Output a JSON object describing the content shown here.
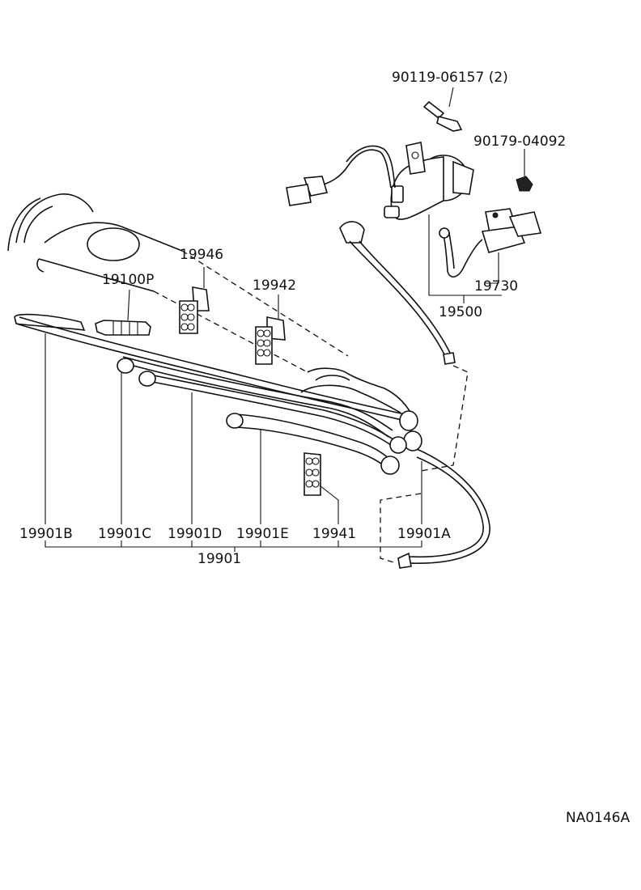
{
  "diagram": {
    "drawing_code": "NA0146A",
    "labels": {
      "bolt": "90119-06157 (2)",
      "nut": "90179-04092",
      "clamp_19946": "19946",
      "spark_plug": "19100P",
      "clamp_19942": "19942",
      "connector_19730": "19730",
      "coil_assembly": "19500",
      "cord_b": "19901B",
      "cord_c": "19901C",
      "cord_d": "19901D",
      "cord_e": "19901E",
      "clamp_19941": "19941",
      "cord_a": "19901A",
      "cord_set": "19901"
    }
  }
}
